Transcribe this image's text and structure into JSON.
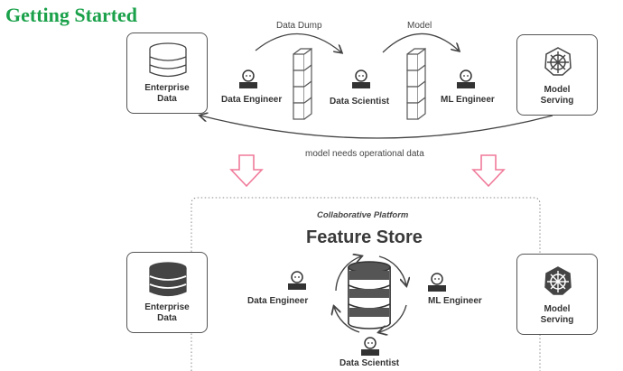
{
  "page_title": "Getting Started",
  "top_flow": {
    "enterprise_data": {
      "line1": "Enterprise",
      "line2": "Data"
    },
    "model_serving": {
      "line1": "Model",
      "line2": "Serving"
    },
    "arrow_label_1": "Data Dump",
    "arrow_label_2": "Model",
    "roles": [
      "Data Engineer",
      "Data Scientist",
      "ML Engineer"
    ],
    "feedback_label": "model needs operational data"
  },
  "platform": {
    "subtitle": "Collaborative Platform",
    "title": "Feature Store",
    "enterprise_data": {
      "line1": "Enterprise",
      "line2": "Data"
    },
    "model_serving": {
      "line1": "Model",
      "line2": "Serving"
    },
    "roles": [
      "Data Engineer",
      "ML Engineer",
      "Data Scientist"
    ]
  },
  "colors": {
    "title": "#1aa14a",
    "down_arrow": "#f07a9a",
    "stroke": "#555555"
  }
}
